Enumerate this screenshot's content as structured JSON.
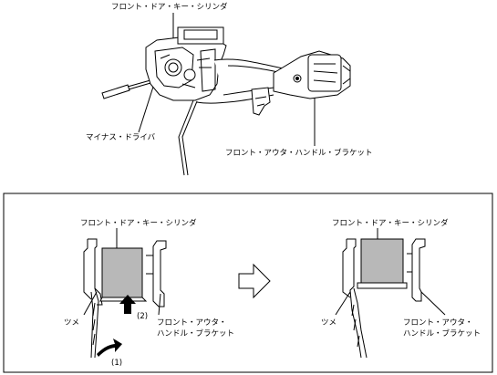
{
  "top": {
    "label_cylinder": "フロント・ドア・キー・シリンダ",
    "label_driver": "マイナス・ドライバ",
    "label_bracket": "フロント・アウタ・ハンドル・ブラケット"
  },
  "before": {
    "label_cylinder": "フロント・ドア・キー・シリンダ",
    "label_tab": "ツメ",
    "label_bracket_line1": "フロント・アウタ・",
    "label_bracket_line2": "ハンドル・ブラケット",
    "step1": "(1)",
    "step2": "(2)"
  },
  "after": {
    "label_cylinder": "フロント・ドア・キー・シリンダ",
    "label_tab": "ツメ",
    "label_bracket_line1": "フロント・アウタ・",
    "label_bracket_line2": "ハンドル・ブラケット"
  },
  "colors": {
    "cylinder_fill": "#b8b8b8",
    "line": "#000000"
  }
}
